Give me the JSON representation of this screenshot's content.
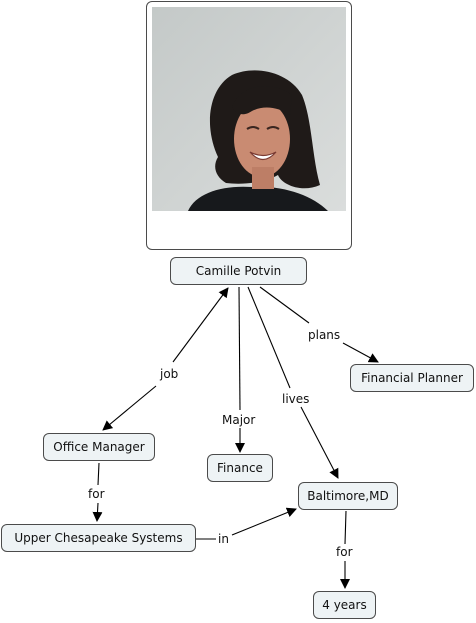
{
  "concepts": {
    "camille_potvin": "Camille Potvin",
    "financial_planner": "Financial Planner",
    "office_manager": "Office Manager",
    "finance": "Finance",
    "baltimore": "Baltimore,MD",
    "upper_chesapeake": "Upper Chesapeake Systems",
    "four_years": "4 years"
  },
  "links": {
    "plans": "plans",
    "job": "job",
    "major": "Major",
    "lives": "lives",
    "for_1": "for",
    "in": "in",
    "for_2": "for"
  },
  "colors": {
    "node_fill": "#eef3f5",
    "node_border": "#4b4b4b",
    "line": "#000000",
    "photo_background": "#cfd3d2"
  }
}
